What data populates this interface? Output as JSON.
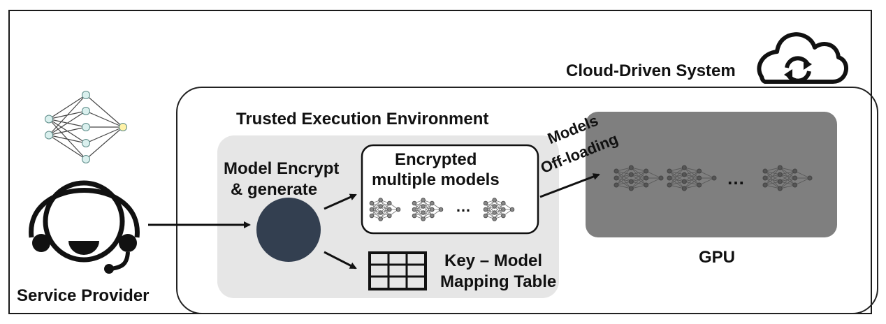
{
  "system": {
    "label": "Cloud-Driven System",
    "icon": "cloud-sync-icon"
  },
  "tee": {
    "label": "Trusted Execution Environment"
  },
  "provider": {
    "label": "Service Provider",
    "icons": [
      "neural-network-icon",
      "headset-agent-icon"
    ]
  },
  "encrypt": {
    "label_line1": "Model Encrypt",
    "label_line2": "& generate"
  },
  "models_box": {
    "label_line1": "Encrypted",
    "label_line2": "multiple models",
    "ellipsis": "…"
  },
  "table": {
    "label_line1": "Key – Model",
    "label_line2": "Mapping Table",
    "icon": "table-grid-icon"
  },
  "offload": {
    "label_line1": "Models",
    "label_line2": "Off-loading"
  },
  "gpu": {
    "label": "GPU",
    "ellipsis": "…"
  },
  "colors": {
    "gpu_fill": "#7f7f7f",
    "tee_fill": "#e6e6e6",
    "node_dark": "#333f50",
    "nn_node": "#daf0ee",
    "nn_output": "#fff2a8"
  }
}
